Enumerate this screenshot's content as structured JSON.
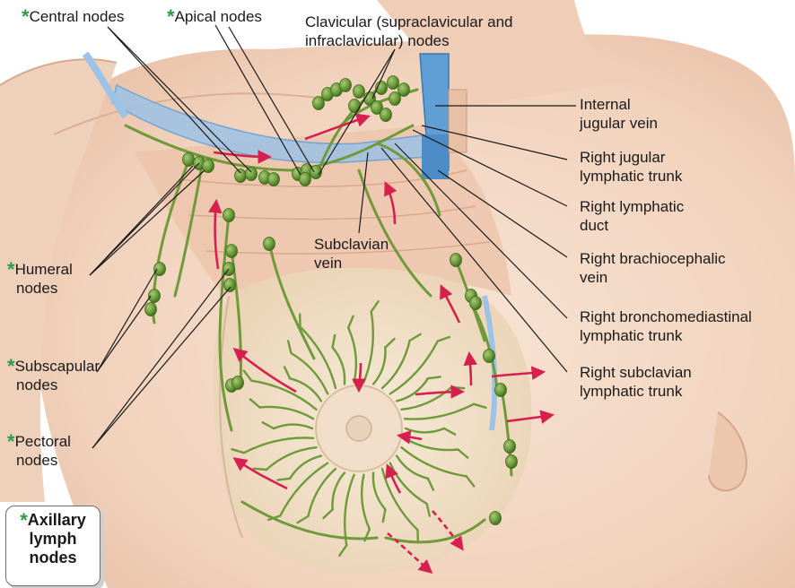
{
  "labels": {
    "central": "Central nodes",
    "apical": "Apical nodes",
    "clavicular_1": "Clavicular (supraclavicular and",
    "clavicular_2": "infraclavicular) nodes",
    "humeral_1": "Humeral",
    "humeral_2": "nodes",
    "subscapular_1": "Subscapular",
    "subscapular_2": "nodes",
    "pectoral_1": "Pectoral",
    "pectoral_2": "nodes",
    "subclavian_vein_1": "Subclavian",
    "subclavian_vein_2": "vein",
    "ijv_1": "Internal",
    "ijv_2": "jugular vein",
    "rjt_1": "Right jugular",
    "rjt_2": "lymphatic trunk",
    "rld_1": "Right lymphatic",
    "rld_2": "duct",
    "rbv_1": "Right brachiocephalic",
    "rbv_2": "vein",
    "rbmt_1": "Right bronchomediastinal",
    "rbmt_2": "lymphatic trunk",
    "rsct_1": "Right  subclavian",
    "rsct_2": "lymphatic trunk"
  },
  "star_symbol": "*",
  "legend": {
    "line1": "Axillary",
    "line2": "lymph",
    "line3": "nodes"
  },
  "colors": {
    "lymph_green": "#6f9a3a",
    "node_green": "#5f8f2f",
    "arrow_red": "#d8204f",
    "vein_blue": "#5f9fd6",
    "skin": "#f3d7c2",
    "skin_shadow": "#e6b9a1",
    "star_green": "#2e9b47"
  }
}
